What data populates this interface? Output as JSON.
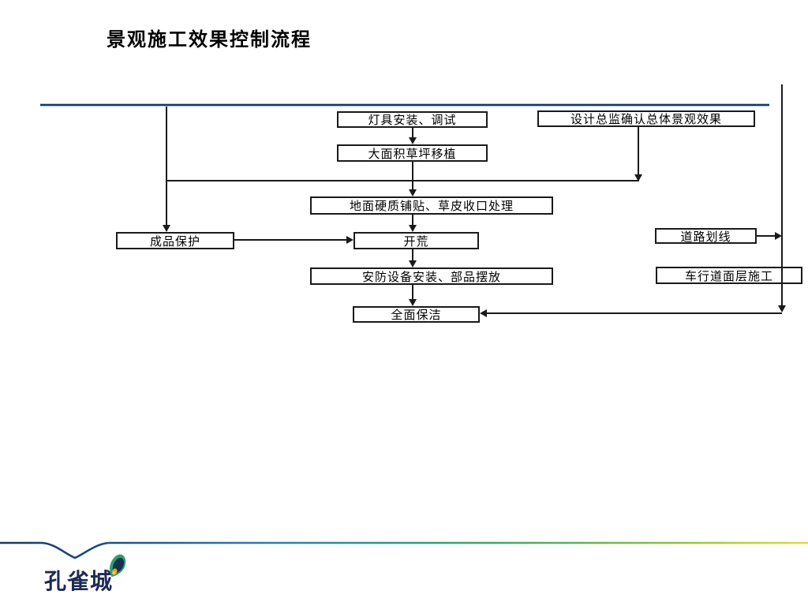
{
  "slide": {
    "title": "景观施工效果控制流程",
    "footer_logo_text": "孔雀城"
  },
  "flow": {
    "nodes": [
      {
        "label": "灯具安装、调试"
      },
      {
        "label": "设计总监确认总体景观效果"
      },
      {
        "label": "大面积草坪移植"
      },
      {
        "label": "地面硬质铺贴、草皮收口处理"
      },
      {
        "label": "成品保护"
      },
      {
        "label": "开荒"
      },
      {
        "label": "道路划线"
      },
      {
        "label": "安防设备安装、部品摆放"
      },
      {
        "label": "车行道面层施工"
      },
      {
        "label": "全面保洁"
      }
    ],
    "edges": [
      {
        "from": "灯具安装、调试",
        "to": "大面积草坪移植"
      },
      {
        "from": "大面积草坪移植",
        "to": "地面硬质铺贴、草皮收口处理"
      },
      {
        "from": "设计总监确认总体景观效果",
        "to": "成品保护"
      },
      {
        "from": "地面硬质铺贴、草皮收口处理",
        "to": "开荒"
      },
      {
        "from": "成品保护",
        "to": "开荒"
      },
      {
        "from": "开荒",
        "to": "安防设备安装、部品摆放"
      },
      {
        "from": "安防设备安装、部品摆放",
        "to": "全面保洁"
      },
      {
        "from": "道路划线",
        "to": "全面保洁"
      },
      {
        "from": "车行道面层施工",
        "to": "全面保洁"
      }
    ]
  },
  "colors": {
    "top_rule": "#17375e",
    "top_rule_edge": "#a3bedb",
    "box_border": "#1a1a1a",
    "connector": "#1a1a1a",
    "footer_gradient": [
      "#17375e",
      "#2e75b6",
      "#31918f",
      "#3ba36b",
      "#96c83d",
      "#dfdf3a"
    ],
    "logo_text_color": "#1d2b52",
    "logo_icon_green": "#2aa06e",
    "logo_icon_navy": "#16304e",
    "logo_icon_orange": "#ef9f2e"
  }
}
